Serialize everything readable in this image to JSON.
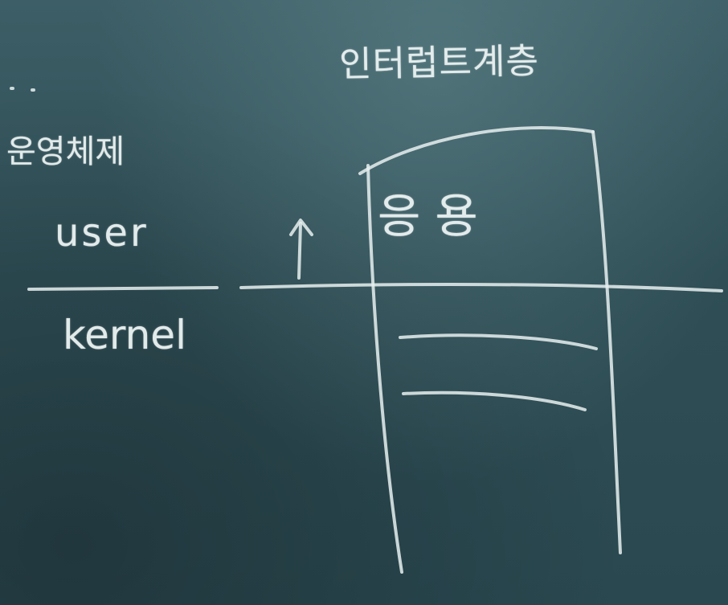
{
  "blackboard": {
    "title": "인터럽트계층",
    "os_label": "운영체제",
    "user_label": "user",
    "kernel_label": "kernel",
    "app_label": "응용"
  },
  "colors": {
    "board": "#2f4e56",
    "chalk": "#e8f0f0"
  }
}
